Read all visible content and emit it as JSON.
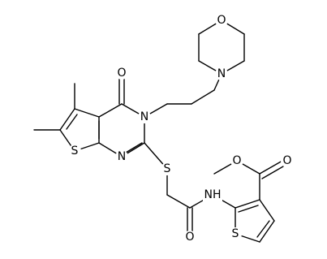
{
  "molecule": {
    "atom_labels": {
      "o_morpholine": "O",
      "n_morpholine": "N",
      "o_carbonyl_ring": "O",
      "n3_ring": "N",
      "s_thiophene_fused": "S",
      "n1_ring": "N",
      "s_thioether": "S",
      "o_ester_carbonyl": "O",
      "o_ester_ether": "O",
      "nh_amide": "NH",
      "o_amide": "O",
      "s_thiophene": "S"
    }
  }
}
